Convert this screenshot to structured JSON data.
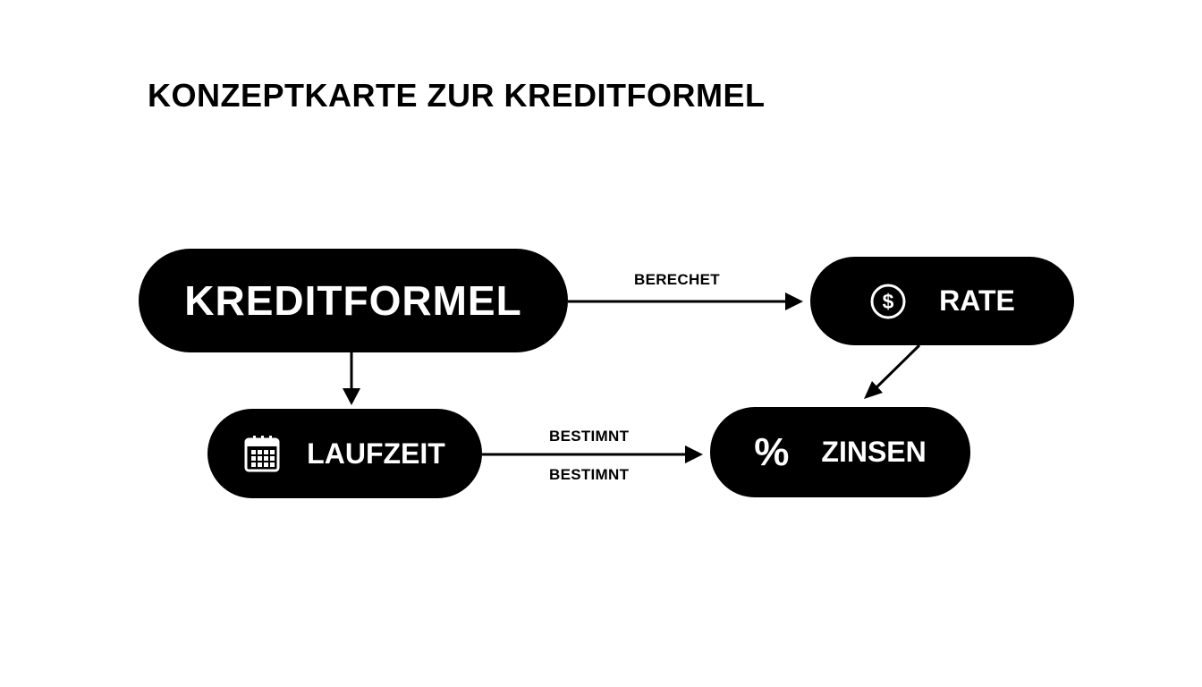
{
  "title": "KONZEPTKARTE ZUR KREDITFORMEL",
  "nodes": {
    "kreditformel": {
      "label": "KREDITFORMEL"
    },
    "rate": {
      "label": "RATE",
      "icon": "dollar-coin-icon"
    },
    "laufzeit": {
      "label": "LAUFZEIT",
      "icon": "calendar-icon"
    },
    "zinsen": {
      "label": "ZINSEN",
      "icon": "percent-icon",
      "icon_glyph": "%"
    }
  },
  "edges": {
    "kredit_to_rate": {
      "label": "BERECHET"
    },
    "laufzeit_to_zinsen": {
      "label_top": "BESTIMNT",
      "label_bottom": "BESTIMNT"
    }
  },
  "colors": {
    "node_fill": "#000000",
    "node_text": "#ffffff",
    "background": "#ffffff"
  }
}
